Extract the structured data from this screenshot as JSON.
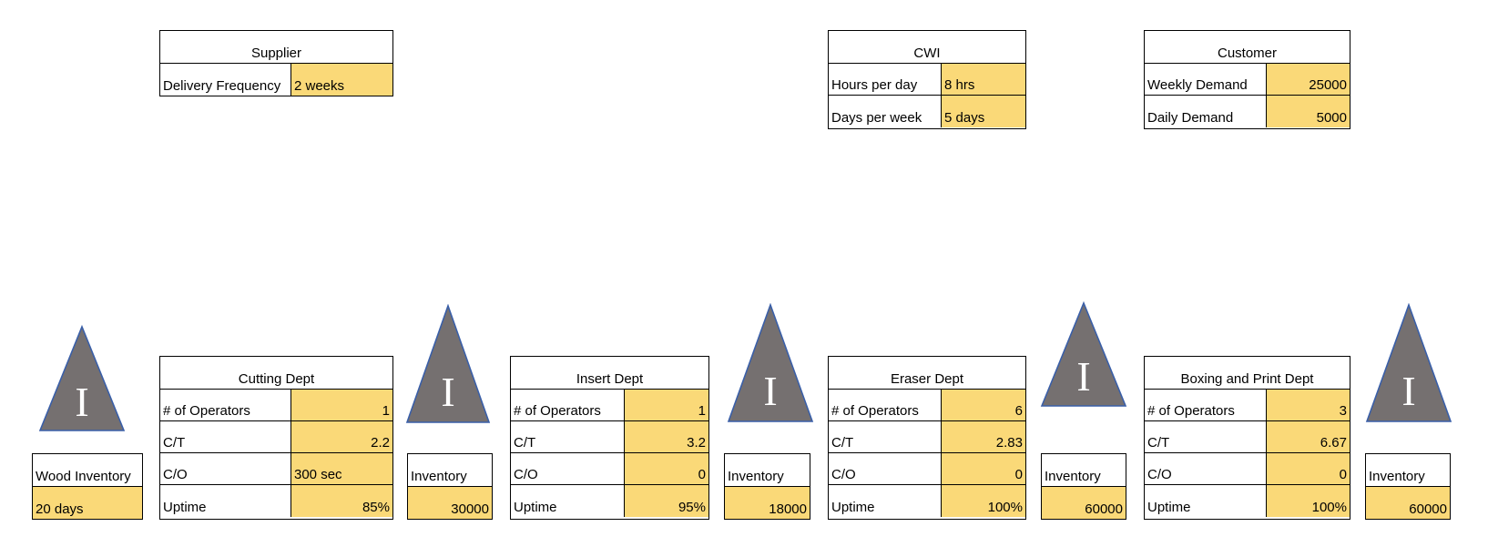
{
  "supplier": {
    "title": "Supplier",
    "delivery_label": "Delivery Frequency",
    "delivery_value": "2 weeks"
  },
  "cwi": {
    "title": "CWI",
    "hours_label": "Hours per day",
    "hours_value": "8 hrs",
    "days_label": "Days per week",
    "days_value": "5 days"
  },
  "customer": {
    "title": "Customer",
    "weekly_label": "Weekly Demand",
    "weekly_value": "25000",
    "daily_label": "Daily Demand",
    "daily_value": "5000"
  },
  "inventory_symbol": "I",
  "inventories": [
    {
      "label": "Wood Inventory",
      "value": "20 days"
    },
    {
      "label": "Inventory",
      "value": "30000"
    },
    {
      "label": "Inventory",
      "value": "18000"
    },
    {
      "label": "Inventory",
      "value": "60000"
    },
    {
      "label": "Inventory",
      "value": "60000"
    }
  ],
  "row_labels": {
    "operators": "# of Operators",
    "ct": "C/T",
    "co": "C/O",
    "uptime": "Uptime"
  },
  "departments": [
    {
      "title": "Cutting Dept",
      "operators": "1",
      "ct": "2.2",
      "co": "300 sec",
      "uptime": "85%"
    },
    {
      "title": "Insert Dept",
      "operators": "1",
      "ct": "3.2",
      "co": "0",
      "uptime": "95%"
    },
    {
      "title": "Eraser Dept",
      "operators": "6",
      "ct": "2.83",
      "co": "0",
      "uptime": "100%"
    },
    {
      "title": "Boxing and Print Dept",
      "operators": "3",
      "ct": "6.67",
      "co": "0",
      "uptime": "100%"
    }
  ],
  "colors": {
    "input_cell": "#fad978",
    "triangle_fill": "#757070",
    "triangle_stroke": "#3a5fa8"
  }
}
